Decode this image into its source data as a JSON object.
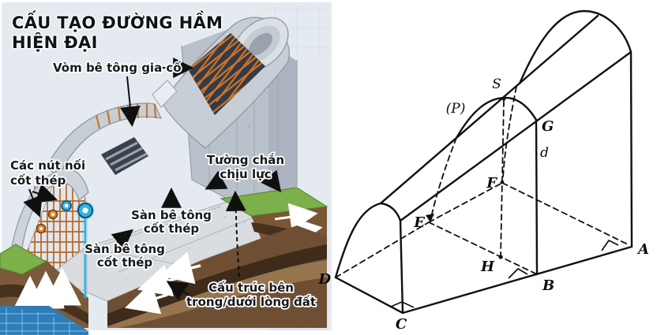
{
  "left": {
    "title": {
      "line1": "CẤU TẠO ĐƯỜNG HẦM",
      "line2": "HIỆN ĐẠI"
    },
    "labels": {
      "vom": {
        "line1": "Vòm bê tông gia cố"
      },
      "nut": {
        "line1": "Các nút nối",
        "line2": "cốt thép"
      },
      "tuong": {
        "line1": "Tường chắn",
        "line2": "chịu lực"
      },
      "san_upper": {
        "line1": "Sàn bê tông",
        "line2": "cốt thép"
      },
      "san_lower": {
        "line1": "Sàn bê tông",
        "line2": "cốt thép"
      },
      "cautruc": {
        "line1": "Cấu trúc bên",
        "line2": "trong/dưới lòng đất"
      }
    }
  },
  "figure": {
    "points": {
      "S": "S",
      "P": "(P)",
      "G": "G",
      "d": "d",
      "F": "F",
      "E": "E",
      "H": "H",
      "D": "D",
      "C": "C",
      "B": "B",
      "A": "A"
    }
  },
  "colors": {
    "background": "#ffffff",
    "panel_bg": "#e4eaf0",
    "concrete": "#c7ced6",
    "concrete_dark": "#9aa3ae",
    "rebar": "#c9732b",
    "soil": "#6f4f33",
    "soil_dark": "#3e2b1a",
    "grass": "#7cb04a",
    "node_cyan": "#2fb5e5",
    "node_orange": "#e08428",
    "blueprint": "#2e7cb8",
    "line": "#101010"
  }
}
